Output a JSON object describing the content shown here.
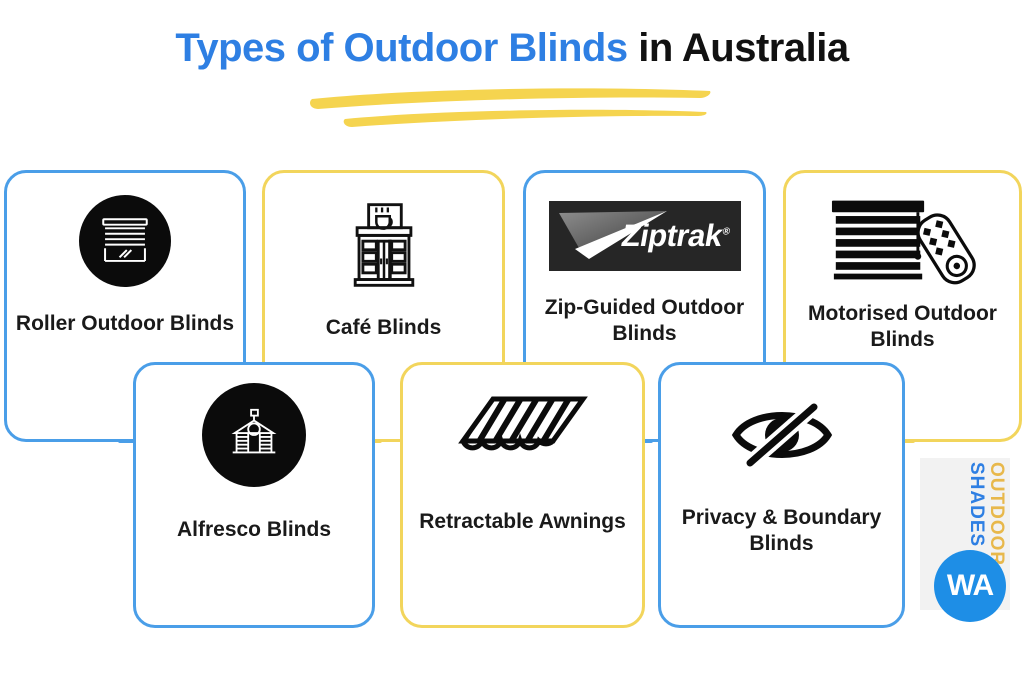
{
  "title": {
    "highlight": "Types of Outdoor Blinds",
    "rest": " in Australia",
    "highlight_color": "#2e7fe3",
    "rest_color": "#111111",
    "underline_color": "#f5d44f"
  },
  "colors": {
    "blue_border": "#4a9ee8",
    "yellow_border": "#f2d55c",
    "icon_circle": "#0b0b0b",
    "logo_blue": "#1e8ee6",
    "logo_yellow": "#e8b84b"
  },
  "cards": {
    "row_top": [
      {
        "label": "Roller Outdoor Blinds",
        "border": "blue",
        "icon": "venetian-blinds-icon"
      },
      {
        "label": "Café Blinds",
        "border": "yellow",
        "icon": "cafe-storefront-icon"
      },
      {
        "label": "Zip-Guided Outdoor Blinds",
        "border": "blue",
        "icon": "ziptrak-logo"
      },
      {
        "label": "Motorised Outdoor Blinds",
        "border": "yellow",
        "icon": "blinds-remote-icon"
      }
    ],
    "row_bottom": [
      {
        "label": "Alfresco Blinds",
        "border": "blue",
        "icon": "gazebo-pavilion-icon"
      },
      {
        "label": "Retractable Awnings",
        "border": "yellow",
        "icon": "awning-icon"
      },
      {
        "label": "Privacy & Boundary Blinds",
        "border": "blue",
        "icon": "eye-off-icon"
      }
    ]
  },
  "ziptrak": {
    "wordmark": "Ziptrak",
    "registered": "®"
  },
  "logo": {
    "line1": "OUTDOOR",
    "line2": "SHADES",
    "badge": "WA"
  }
}
